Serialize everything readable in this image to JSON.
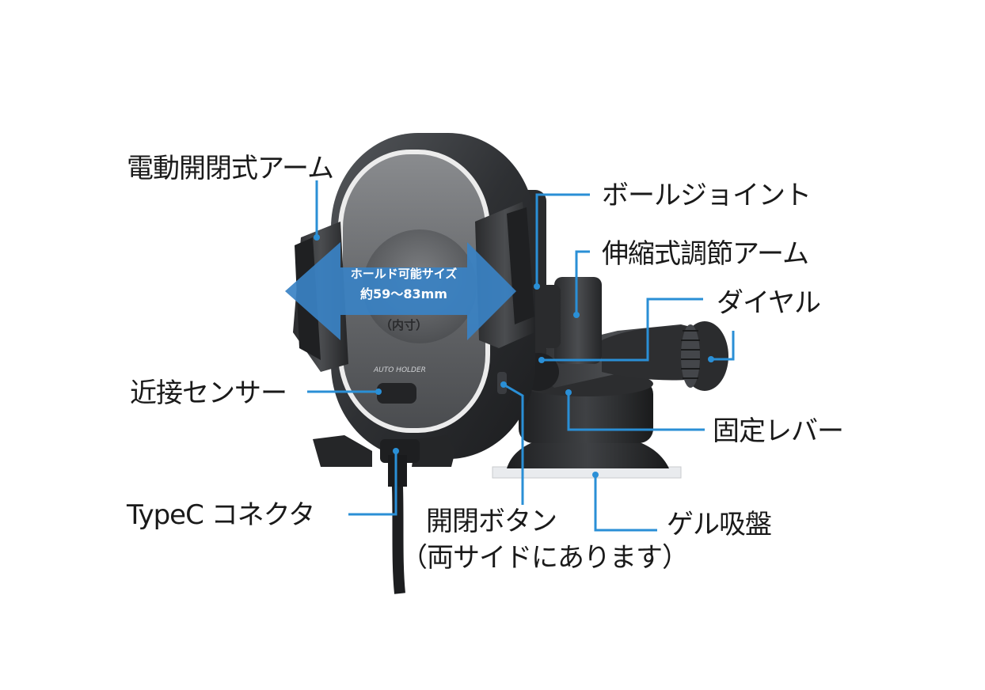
{
  "labels": {
    "electric_arm": "電動開閉式アーム",
    "ball_joint": "ボールジョイント",
    "telescopic_arm": "伸縮式調節アーム",
    "dial": "ダイヤル",
    "proximity_sensor": "近接センサー",
    "lock_lever": "固定レバー",
    "typec_connector": "TypeC コネクタ",
    "open_close_button": "開閉ボタン",
    "open_close_button_note": "（両サイドにあります）",
    "gel_suction": "ゲル吸盤"
  },
  "hold_arrow": {
    "line1": "ホールド可能サイズ",
    "line2": "約59～83mm",
    "line3": "（内寸）"
  },
  "device_brand": "AUTO HOLDER",
  "colors": {
    "leader": "#2a8fd6",
    "arrow": "#3a82c4",
    "device_dark": "#3a3c40",
    "device_face": "#6b6d70",
    "ring": "#e8e8e8"
  }
}
